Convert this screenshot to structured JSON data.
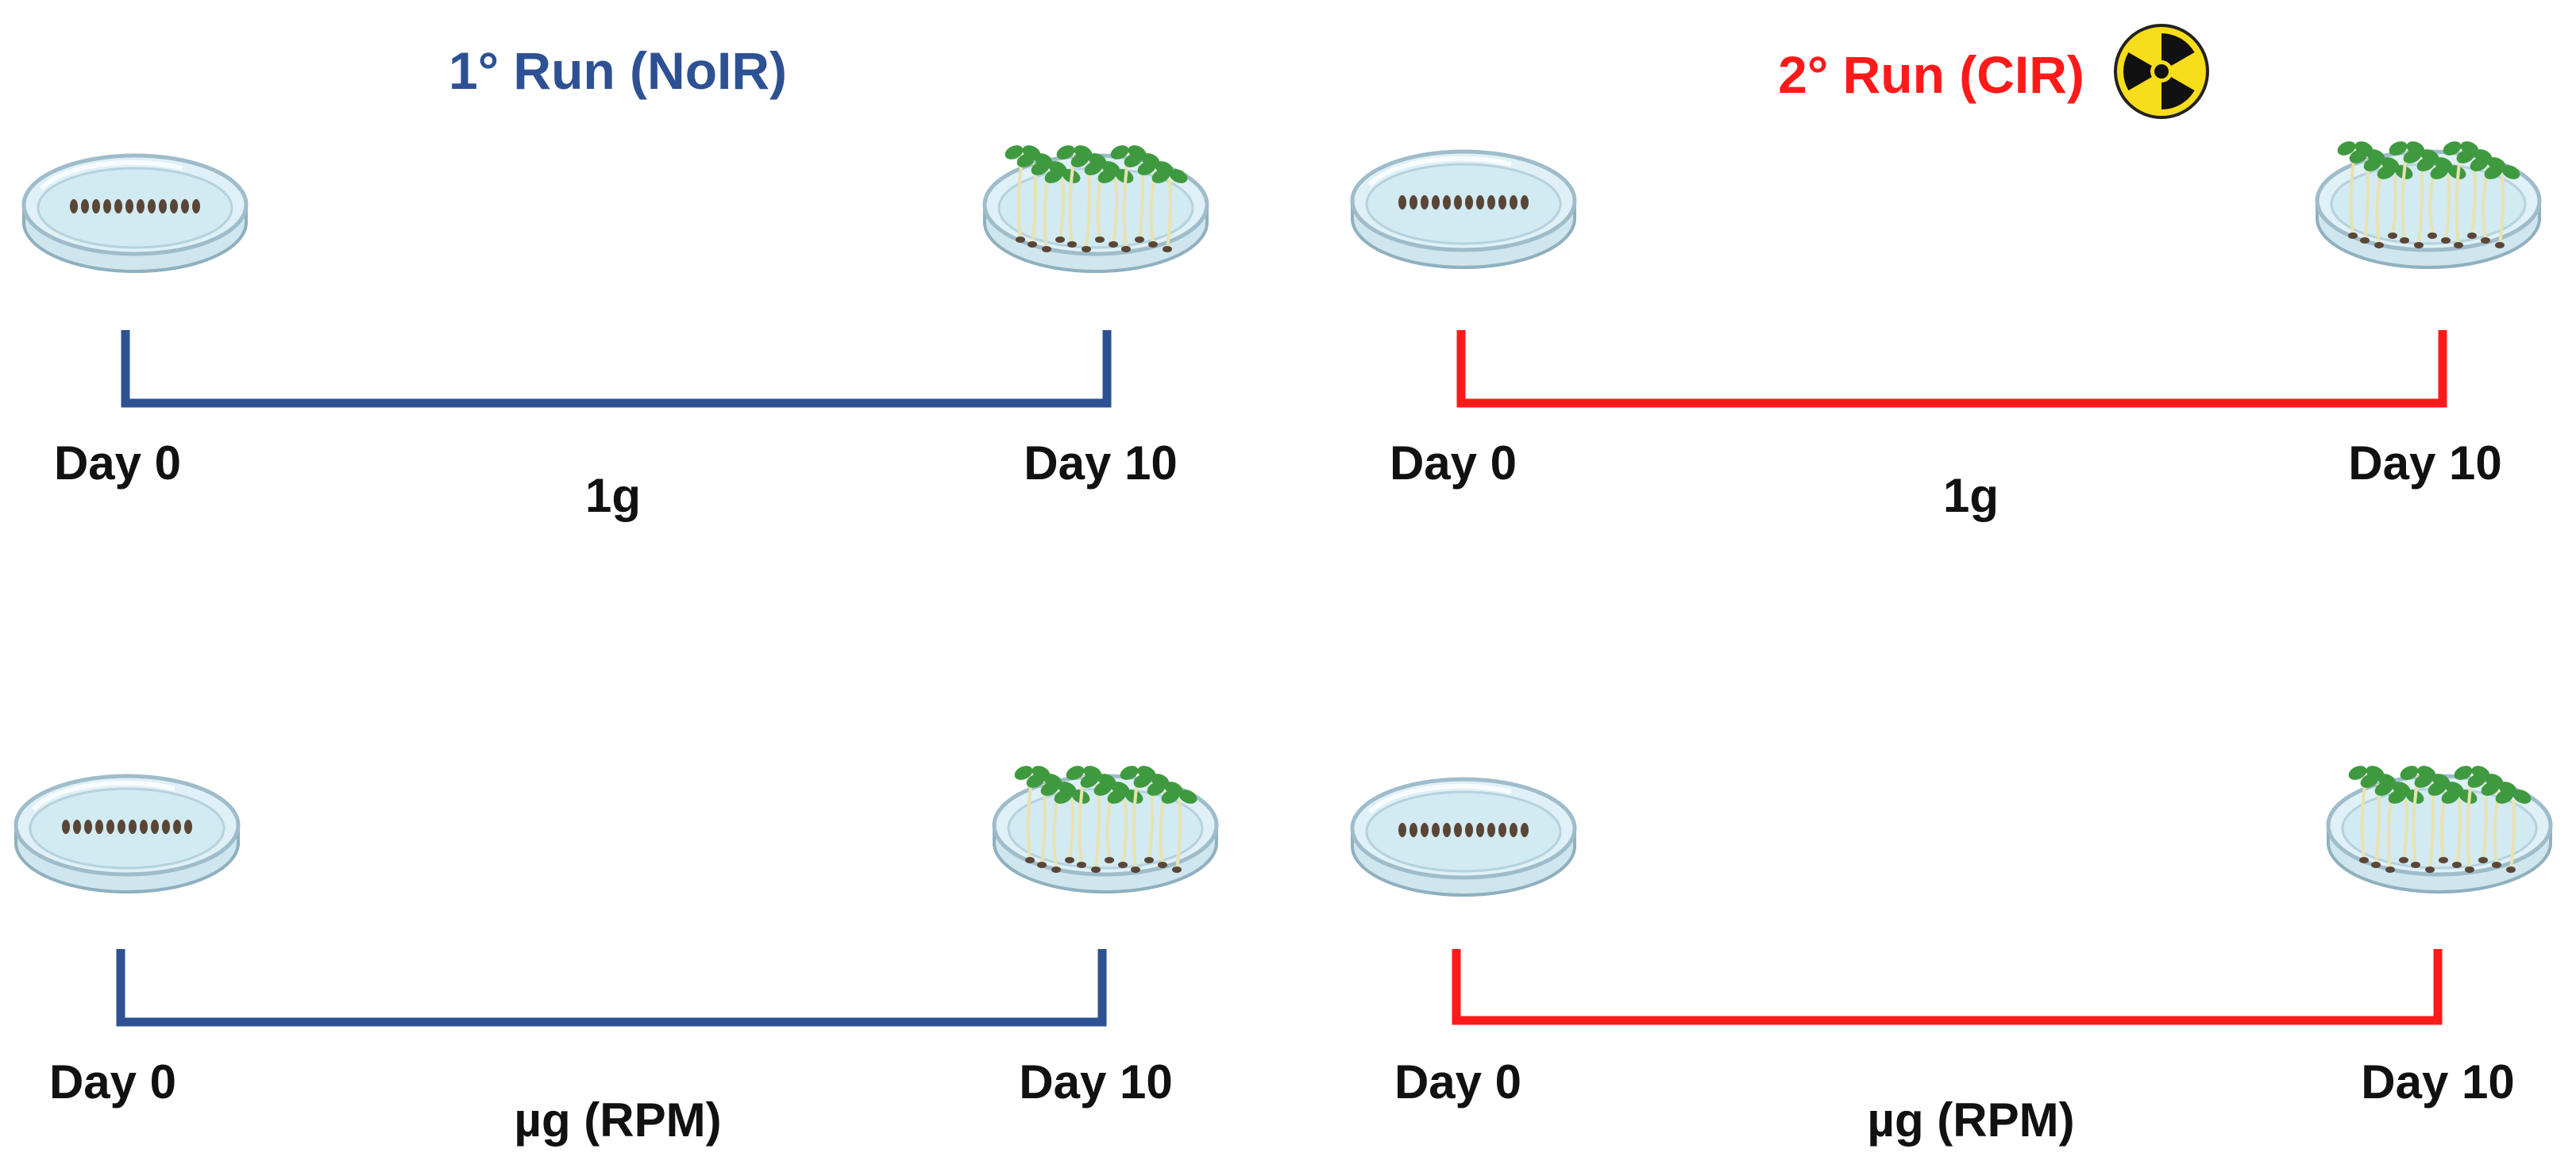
{
  "colors": {
    "noir": "#2d5193",
    "cir": "#ff1a1a",
    "dish_fill": "#d6ecf3",
    "dish_rim": "#9fbccb",
    "seed": "#5a4636",
    "leaf": "#3f9a3f",
    "stem": "#e8e2b0",
    "radiation_bg": "#f7dd1a"
  },
  "runs": {
    "noir": {
      "title": "1° Run (NoIR)"
    },
    "cir": {
      "title": "2° Run (CIR)",
      "hazard_icon": "radiation-icon"
    }
  },
  "panels": [
    {
      "run": "noir",
      "start_label": "Day 0",
      "end_label": "Day 10",
      "condition": "1g"
    },
    {
      "run": "cir",
      "start_label": "Day 0",
      "end_label": "Day 10",
      "condition": "1g"
    },
    {
      "run": "noir",
      "start_label": "Day 0",
      "end_label": "Day 10",
      "condition": "µg (RPM)"
    },
    {
      "run": "cir",
      "start_label": "Day 0",
      "end_label": "Day 10",
      "condition": "µg (RPM)"
    }
  ],
  "icons": {
    "petri_dish_seeds": "petri-dish-seeds-icon",
    "petri_dish_seedlings": "petri-dish-seedlings-icon"
  }
}
